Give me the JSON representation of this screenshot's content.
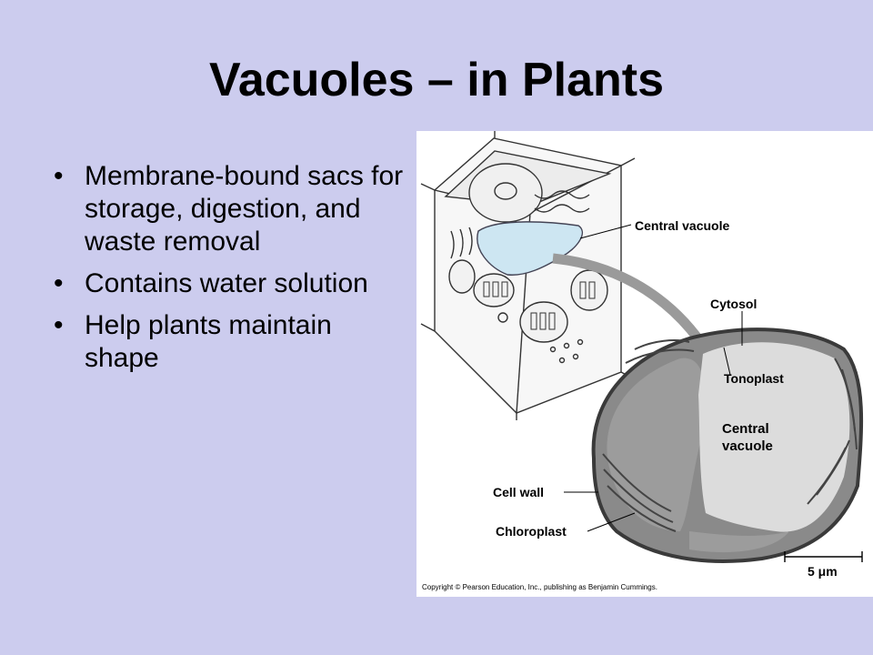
{
  "slide": {
    "title": "Vacuoles – in Plants",
    "bullet_glyph": "•",
    "bullets": [
      "Membrane-bound sacs for storage, digestion, and waste removal",
      "Contains water solution",
      "Help plants maintain shape"
    ]
  },
  "figure": {
    "labels": {
      "central_vacuole_top": "Central vacuole",
      "cytosol": "Cytosol",
      "tonoplast": "Tonoplast",
      "central_vacuole_line1": "Central",
      "central_vacuole_line2": "vacuole",
      "cell_wall": "Cell wall",
      "chloroplast": "Chloroplast",
      "scale": "5 μm"
    },
    "copyright": "Copyright © Pearson Education, Inc., publishing as Benjamin Cummings."
  },
  "colors": {
    "background": "#ccccee",
    "vacuole_fill": "#cde6f2",
    "arrow": "#9a9a9a"
  }
}
